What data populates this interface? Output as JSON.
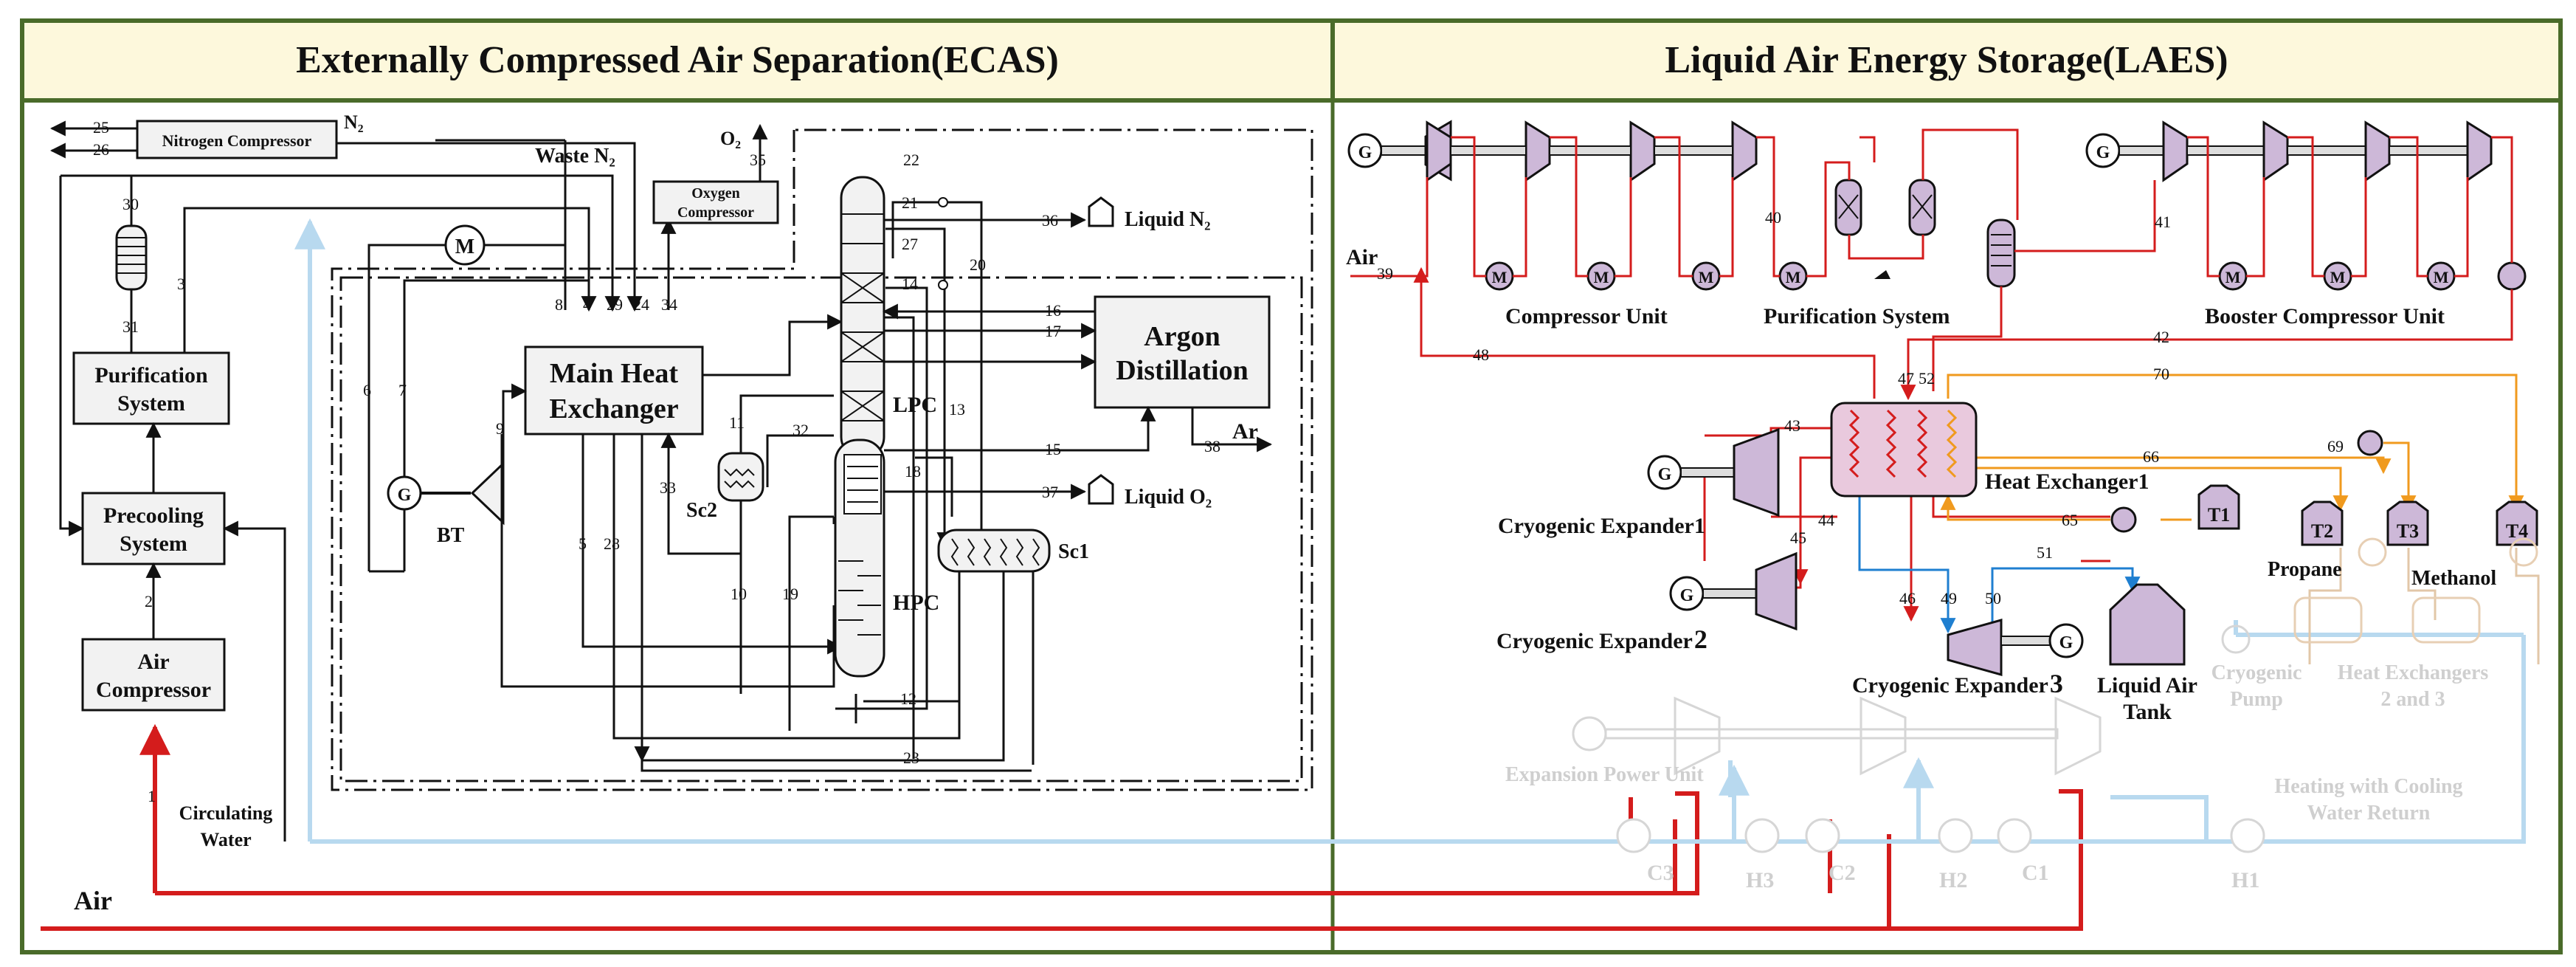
{
  "colors": {
    "frame": "#4a6b2a",
    "header_bg": "#fdf8dc",
    "air_red": "#d41c1c",
    "return_orange": "#f09a1e",
    "cold_blue": "#1f7fd0",
    "pale_blue": "#b8d9ef",
    "box_fill": "#f2f2f2",
    "lilac": "#cdb8d8",
    "hx_fill": "#e9c9dd",
    "faint": "#cfcfcf"
  },
  "headers": {
    "left": "Externally Compressed Air Separation(ECAS)",
    "right": "Liquid Air Energy Storage(LAES)"
  },
  "ecas": {
    "nitrogen_compressor": "Nitrogen Compressor",
    "n2_label": "N₂",
    "waste_n2": "Waste N₂",
    "o2_label": "O₂",
    "oxygen_compressor_line1": "Oxygen",
    "oxygen_compressor_line2": "Compressor",
    "purification_line1": "Purification",
    "purification_line2": "System",
    "precooling_line1": "Precooling",
    "precooling_line2": "System",
    "air_compressor_line1": "Air",
    "air_compressor_line2": "Compressor",
    "circulating_line1": "Circulating",
    "circulating_line2": "Water",
    "air_label": "Air",
    "main_hx_line1": "Main Heat",
    "main_hx_line2": "Exchanger",
    "bt_label": "BT",
    "g_label": "G",
    "m_label": "M",
    "sc2_label": "Sc2",
    "sc1_label": "Sc1",
    "lpc_label": "LPC",
    "hpc_label": "HPC",
    "argon_line1": "Argon",
    "argon_line2": "Distillation",
    "ar_label": "Ar",
    "liquid_n2": "Liquid N₂",
    "liquid_o2": "Liquid O₂",
    "streams": [
      "25",
      "26",
      "30",
      "31",
      "3",
      "6",
      "7",
      "8",
      "4",
      "29",
      "24",
      "34",
      "35",
      "22",
      "21",
      "27",
      "20",
      "14",
      "13",
      "36",
      "16",
      "17",
      "15",
      "38",
      "37",
      "18",
      "11",
      "32",
      "9",
      "33",
      "5",
      "28",
      "10",
      "19",
      "12",
      "23",
      "2",
      "1"
    ]
  },
  "laes": {
    "compressor_unit": "Compressor Unit",
    "purification_system": "Purification System",
    "booster_compressor_unit": "Booster Compressor Unit",
    "air_label": "Air",
    "heat_exchanger1": "Heat Exchanger1",
    "cryogenic_expander1": "Cryogenic Expander1",
    "cryogenic_expander2_base": "Cryogenic Expander",
    "cryogenic_expander2_num": "2",
    "cryogenic_expander3_base": "Cryogenic Expander",
    "cryogenic_expander3_num": "3",
    "liquid_air_tank_line1": "Liquid Air",
    "liquid_air_tank_line2": "Tank",
    "propane": "Propane",
    "methanol": "Methanol",
    "cryogenic_pump_line1": "Cryogenic",
    "cryogenic_pump_line2": "Pump",
    "heat_exchangers23_line1": "Heat Exchangers",
    "heat_exchangers23_line2": "2 and 3",
    "expansion_power_unit": "Expansion Power Unit",
    "heating_line1": "Heating with Cooling",
    "heating_line2": "Water Return",
    "tanks": [
      "T1",
      "T2",
      "T3",
      "T4"
    ],
    "heaters": [
      "C3",
      "H3",
      "C2",
      "H2",
      "C1",
      "H1"
    ],
    "streams": [
      "39",
      "40",
      "41",
      "42",
      "43",
      "44",
      "45",
      "46",
      "47",
      "52",
      "48",
      "49",
      "50",
      "51",
      "65",
      "66",
      "69",
      "70"
    ]
  }
}
